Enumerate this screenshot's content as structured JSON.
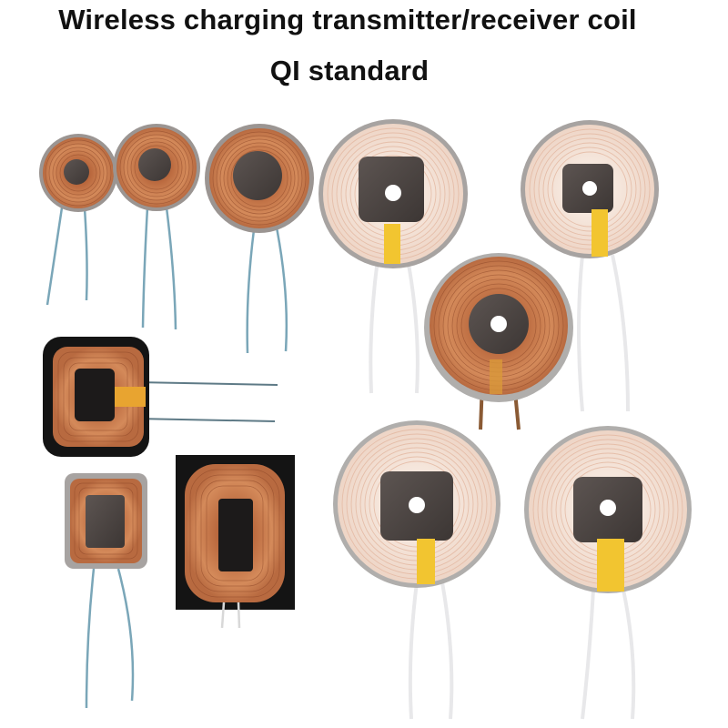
{
  "title": {
    "line1": "Wireless charging transmitter/receiver coil",
    "line2": "QI standard"
  },
  "colors": {
    "background": "#ffffff",
    "copper": "#c9784c",
    "copper_dark": "#8a4426",
    "white_coil": "#f4e6dc",
    "ferrite": "#4a4340",
    "kapton_tape": "#f2c530",
    "black_sheet": "#141414"
  },
  "products": [
    {
      "name": "small-copper-round-coil"
    },
    {
      "name": "medium-copper-round-coil"
    },
    {
      "name": "large-copper-round-coil"
    },
    {
      "name": "white-round-coil-top-left"
    },
    {
      "name": "white-round-coil-top-right"
    },
    {
      "name": "copper-round-coil-center"
    },
    {
      "name": "rectangular-coil-on-black-pad"
    },
    {
      "name": "small-rectangular-coil"
    },
    {
      "name": "rectangular-coil-on-black-sheet"
    },
    {
      "name": "white-round-coil-bottom-left"
    },
    {
      "name": "white-round-coil-bottom-right"
    }
  ]
}
